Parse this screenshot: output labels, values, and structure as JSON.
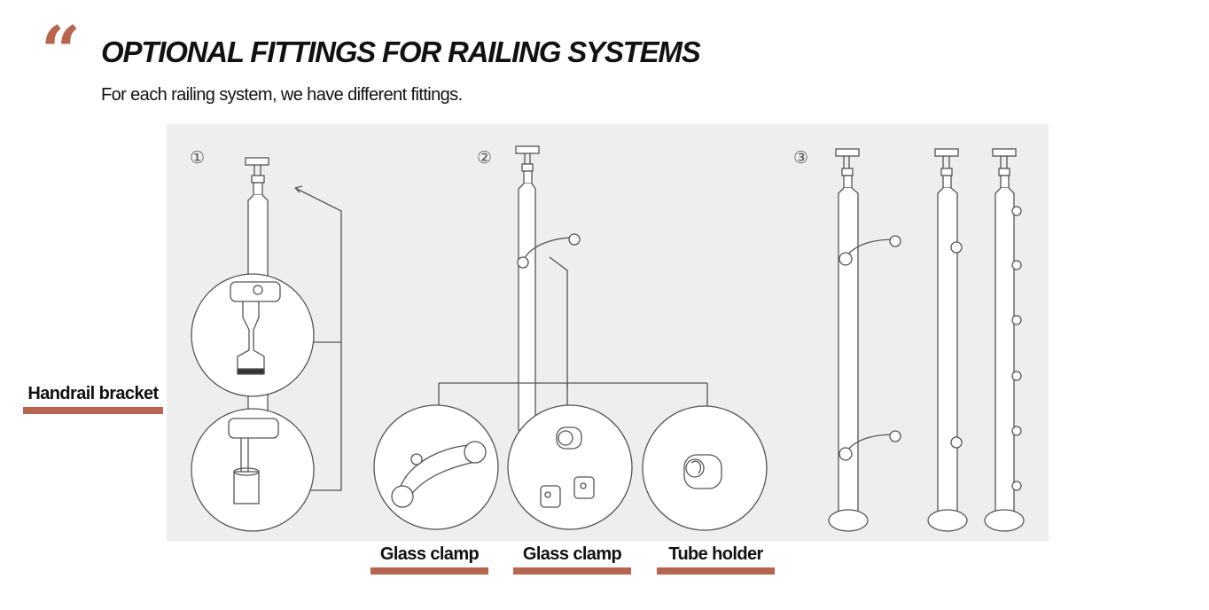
{
  "header": {
    "quote_mark": "“",
    "title": "OPTIONAL FITTINGS FOR RAILING SYSTEMS",
    "subtitle": "For each railing system, we have different fittings."
  },
  "figure": {
    "system_numbers": [
      "①",
      "②",
      "③"
    ]
  },
  "labels": {
    "handrail_bracket": "Handrail bracket",
    "glass_clamp_1": "Glass clamp",
    "glass_clamp_2": "Glass clamp",
    "tube_holder": "Tube holder"
  },
  "colors": {
    "accent": "#b86550",
    "figure_background": "#eeeeee",
    "line": "#555555"
  }
}
